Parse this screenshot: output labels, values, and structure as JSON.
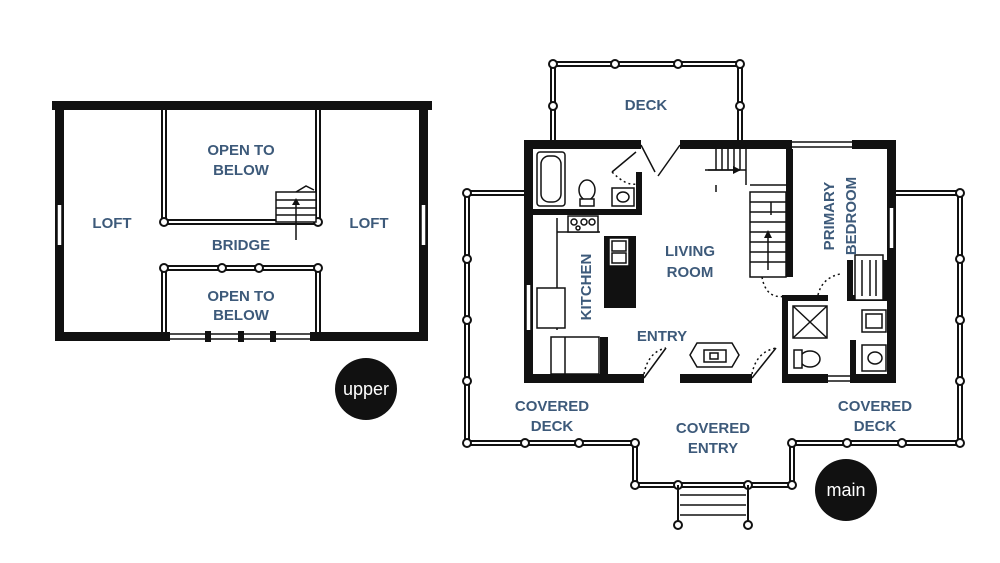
{
  "upper_plan": {
    "loft_left": "LOFT",
    "loft_right": "LOFT",
    "open_top": [
      "OPEN TO",
      "BELOW"
    ],
    "bridge": "BRIDGE",
    "open_bottom": [
      "OPEN TO",
      "BELOW"
    ],
    "badge": "upper"
  },
  "main_plan": {
    "deck_top": "DECK",
    "kitchen": "KITCHEN",
    "living": [
      "LIVING",
      "ROOM"
    ],
    "primary": [
      "PRIMARY",
      "BEDROOM"
    ],
    "entry": "ENTRY",
    "covered_deck_left": [
      "COVERED",
      "DECK"
    ],
    "covered_entry": [
      "COVERED",
      "ENTRY"
    ],
    "covered_deck_right": [
      "COVERED",
      "DECK"
    ],
    "badge": "main"
  },
  "colors": {
    "label": "#3d5a7a",
    "wall": "#111111",
    "badge": "#111111"
  }
}
